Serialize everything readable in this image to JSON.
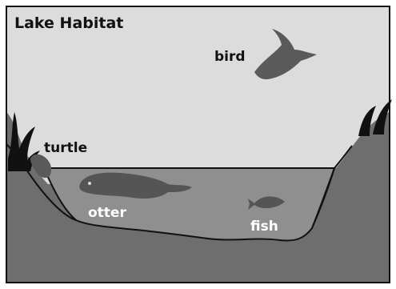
{
  "title": "Lake Habitat",
  "labels": {
    "bird": "bird",
    "turtle": "turtle",
    "otter": "otter",
    "fish": "fish"
  },
  "colors": {
    "sky": "#dcdcdc",
    "ground": "#6e6e6e",
    "water": "#8f8f8f",
    "animal": "#555555",
    "reeds": "#111111",
    "outline": "#111111"
  }
}
